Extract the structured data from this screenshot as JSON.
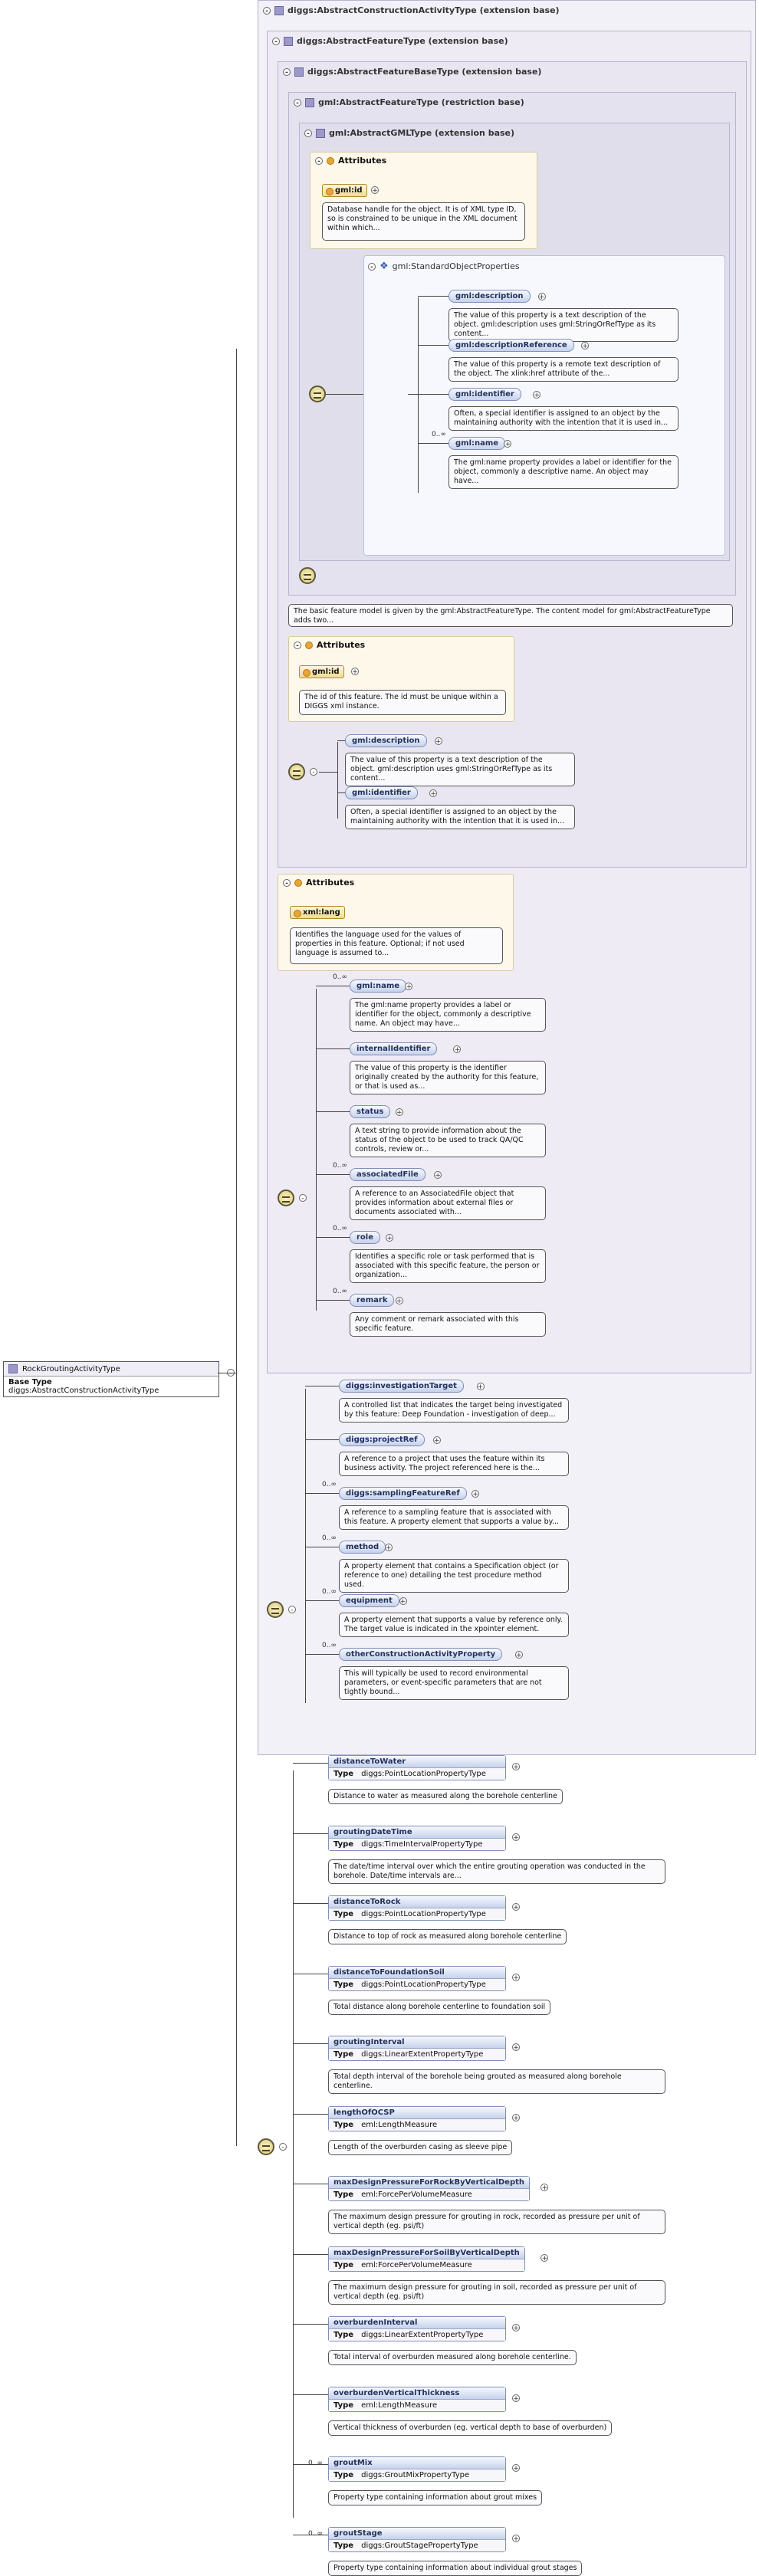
{
  "root": {
    "name": "RockGroutingActivityType",
    "type_label": "Base Type",
    "type_value": "diggs:AbstractConstructionActivityType"
  },
  "ext_headers": {
    "construction_activity": "diggs:AbstractConstructionActivityType (extension base)",
    "feature": "diggs:AbstractFeatureType (extension base)",
    "feature_base": "diggs:AbstractFeatureBaseType (extension base)",
    "gml_feature": "gml:AbstractFeatureType (restriction base)",
    "gml_gml": "gml:AbstractGMLType (extension base)"
  },
  "attributes_label": "Attributes",
  "gml_gml": {
    "attr_id": "gml:id",
    "attr_id_desc": "Database handle for the object. It is of XML type ID, so is constrained to be unique in the XML document within which...",
    "group_label": "gml:StandardObjectProperties",
    "items": [
      {
        "name": "gml:description",
        "desc": "The value of this property is a text description of the object. gml:description uses gml:StringOrRefType as its content..."
      },
      {
        "name": "gml:descriptionReference",
        "desc": "The value of this property is a remote text description of the object. The xlink:href attribute of the..."
      },
      {
        "name": "gml:identifier",
        "desc": "Often, a special identifier is assigned to an object by the maintaining authority with the intention that it is used in..."
      },
      {
        "name": "gml:name",
        "card": "0..∞",
        "desc": "The gml:name property provides a label or identifier for the object, commonly a descriptive name. An object may have..."
      }
    ]
  },
  "gml_feature_desc": "The basic feature model is given by the gml:AbstractFeatureType. The content model for gml:AbstractFeatureType adds two...",
  "feature_base": {
    "attr_id": "gml:id",
    "attr_id_desc": "The id of this feature. The id must be unique within a DIGGS xml instance.",
    "items": [
      {
        "name": "gml:description",
        "desc": "The value of this property is a text description of the object. gml:description uses gml:StringOrRefType as its content..."
      },
      {
        "name": "gml:identifier",
        "desc": "Often, a special identifier is assigned to an object by the maintaining authority with the intention that it is used in..."
      }
    ]
  },
  "feature": {
    "attr_lang": "xml:lang",
    "attr_lang_desc": "Identifies the language used for the values of properties in this feature. Optional; if not used language is assumed to...",
    "items": [
      {
        "name": "gml:name",
        "card": "0..∞",
        "desc": "The gml:name property provides a label or identifier for the object, commonly a descriptive name. An object may have..."
      },
      {
        "name": "internalIdentifier",
        "card": "",
        "desc": "The value of this property is the identifier originally created by the authority for this feature, or that is used as..."
      },
      {
        "name": "status",
        "card": "",
        "desc": "A text string to provide information about the status of the object to be used to track QA/QC controls, review or..."
      },
      {
        "name": "associatedFile",
        "card": "0..∞",
        "desc": "A reference to an AssociatedFile object that provides information about external files or documents associated with..."
      },
      {
        "name": "role",
        "card": "0..∞",
        "desc": "Identifies a specific role or task performed that is associated with this specific feature, the person or organization..."
      },
      {
        "name": "remark",
        "card": "0..∞",
        "desc": "Any comment or remark associated with this specific feature."
      }
    ]
  },
  "construction": {
    "items": [
      {
        "name": "diggs:investigationTarget",
        "card": "",
        "desc": "A controlled list that indicates the target being investigated by this feature: Deep Foundation - investigation of deep..."
      },
      {
        "name": "diggs:projectRef",
        "card": "",
        "desc": "A reference to a project that uses the feature within its business activity. The project referenced here is the..."
      },
      {
        "name": "diggs:samplingFeatureRef",
        "card": "0..∞",
        "desc": "A reference to a sampling feature that is associated with this feature. A property element that supports a value by..."
      },
      {
        "name": "method",
        "card": "0..∞",
        "desc": "A property element that contains a Specification object (or reference to one) detailing the test procedure method used."
      },
      {
        "name": "equipment",
        "card": "0..∞",
        "desc": "A property element that supports a value by reference only. The target value is indicated in the xpointer element."
      },
      {
        "name": "otherConstructionActivityProperty",
        "card": "0..∞",
        "desc": "This will typically be used to record environmental parameters, or event-specific parameters that are not tightly bound..."
      }
    ]
  },
  "own": {
    "type_label": "Type",
    "items": [
      {
        "name": "distanceToWater",
        "card": "",
        "type": "diggs:PointLocationPropertyType",
        "desc": "Distance to water as measured along the borehole centerline"
      },
      {
        "name": "groutingDateTime",
        "card": "",
        "type": "diggs:TimeIntervalPropertyType",
        "desc": "The date/time interval over which the entire grouting operation was conducted in the borehole. Date/time intervals are..."
      },
      {
        "name": "distanceToRock",
        "card": "",
        "type": "diggs:PointLocationPropertyType",
        "desc": "Distance to top of rock as measured along borehole centerline"
      },
      {
        "name": "distanceToFoundationSoil",
        "card": "",
        "type": "diggs:PointLocationPropertyType",
        "desc": "Total distance along borehole centerline to foundation soil"
      },
      {
        "name": "groutingInterval",
        "card": "",
        "type": "diggs:LinearExtentPropertyType",
        "desc": "Total depth interval of the borehole being grouted as measured along borehole centerline."
      },
      {
        "name": "lengthOfOCSP",
        "card": "",
        "type": "eml:LengthMeasure",
        "desc": "Length of the overburden casing as sleeve pipe"
      },
      {
        "name": "maxDesignPressureForRockByVerticalDepth",
        "card": "",
        "type": "eml:ForcePerVolumeMeasure",
        "desc": "The maximum design pressure for grouting in rock, recorded as pressure per unit of vertical depth (eg. psi/ft)"
      },
      {
        "name": "maxDesignPressureForSoilByVerticalDepth",
        "card": "",
        "type": "eml:ForcePerVolumeMeasure",
        "desc": "The maximum design pressure for grouting in soil, recorded as pressure per unit of vertical depth (eg. psi/ft)"
      },
      {
        "name": "overburdenInterval",
        "card": "",
        "type": "diggs:LinearExtentPropertyType",
        "desc": "Total interval of overburden measured along borehole centerline."
      },
      {
        "name": "overburdenVerticalThickness",
        "card": "",
        "type": "eml:LengthMeasure",
        "desc": "Vertical thickness of overburden (eg. vertical depth to base of overburden)"
      },
      {
        "name": "groutMix",
        "card": "0..∞",
        "type": "diggs:GroutMixPropertyType",
        "desc": "Property type containing information about grout mixes"
      },
      {
        "name": "groutStage",
        "card": "0..∞",
        "type": "diggs:GroutStagePropertyType",
        "desc": "Property type containing information about individual grout stages"
      }
    ]
  }
}
